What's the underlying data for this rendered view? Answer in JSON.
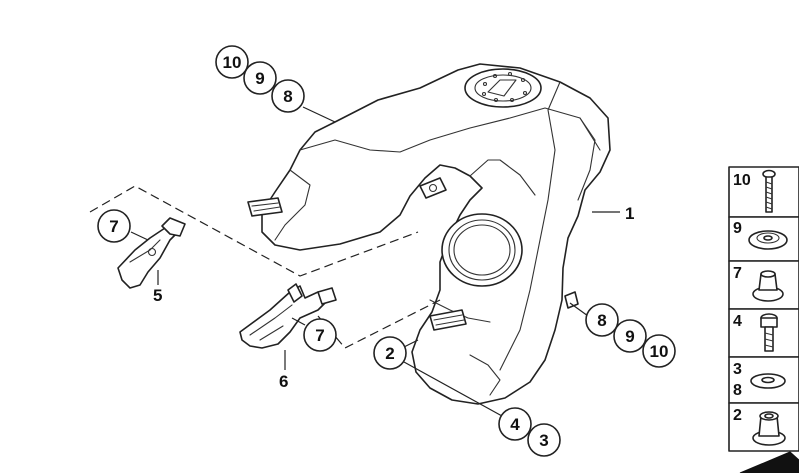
{
  "callouts": [
    {
      "id": "c-10-top",
      "text": "10"
    },
    {
      "id": "c-9-top",
      "text": "9"
    },
    {
      "id": "c-8-top",
      "text": "8"
    },
    {
      "id": "c-7-left",
      "text": "7"
    },
    {
      "id": "c-7-mid",
      "text": "7"
    },
    {
      "id": "c-2",
      "text": "2"
    },
    {
      "id": "c-4",
      "text": "4"
    },
    {
      "id": "c-3",
      "text": "3"
    },
    {
      "id": "c-8-right",
      "text": "8"
    },
    {
      "id": "c-9-right",
      "text": "9"
    },
    {
      "id": "c-10-right",
      "text": "10"
    }
  ],
  "labels": {
    "tank": "1",
    "bracket_left": "5",
    "bracket_mid": "6"
  },
  "panel": [
    {
      "label": "10",
      "part": "screw-icon"
    },
    {
      "label": "9",
      "part": "washer-icon"
    },
    {
      "label": "7",
      "part": "grommet-icon"
    },
    {
      "label": "4",
      "part": "bolt-icon"
    },
    {
      "label": "3\n8",
      "label_lines": [
        "3",
        "8"
      ],
      "part": "flat-washer-icon"
    },
    {
      "label": "2",
      "part": "rubber-mount-icon"
    }
  ]
}
